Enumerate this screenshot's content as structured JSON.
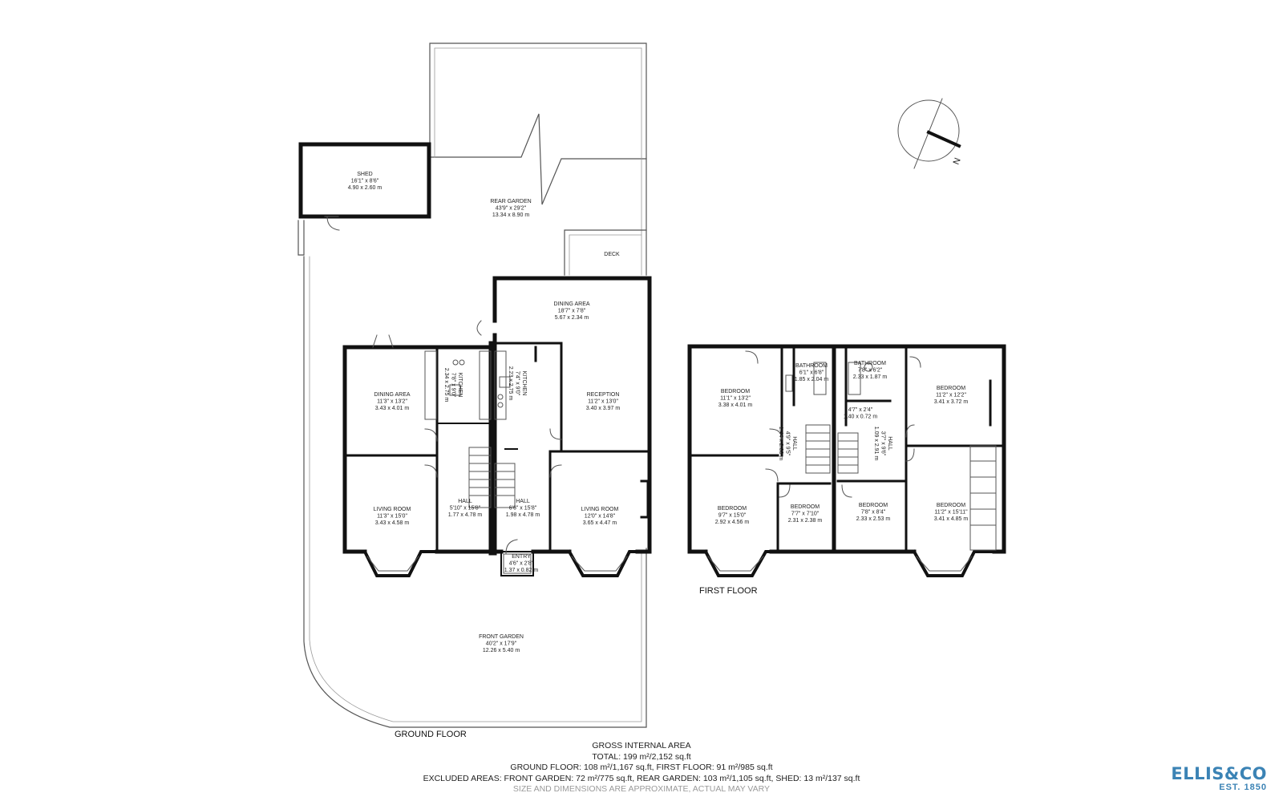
{
  "floors": {
    "ground": "GROUND FLOOR",
    "first": "FIRST FLOOR"
  },
  "compass": {
    "letter": "N"
  },
  "rooms": {
    "shed": [
      "SHED",
      "16'1\" x 8'6\"",
      "4.90 x 2.60 m"
    ],
    "rear_garden": [
      "REAR GARDEN",
      "43'9\" x 29'2\"",
      "13.34 x 8.90 m"
    ],
    "deck": [
      "DECK"
    ],
    "dining_area_right": [
      "DINING AREA",
      "18'7\" x 7'8\"",
      "5.67 x 2.34 m"
    ],
    "dining_area_left": [
      "DINING AREA",
      "11'3\" x 13'2\"",
      "3.43 x 4.01 m"
    ],
    "kitchen_left": [
      "KITCHEN",
      "7'8\" x 9'0\"",
      "2.34 x 2.75 m"
    ],
    "kitchen_right": [
      "KITCHEN",
      "7'4\" x 9'0\"",
      "2.23 x 2.75 m"
    ],
    "reception": [
      "RECEPTION",
      "11'2\" x 13'0\"",
      "3.40 x 3.97 m"
    ],
    "living_left": [
      "LIVING ROOM",
      "11'3\" x 15'0\"",
      "3.43 x 4.58 m"
    ],
    "hall_left": [
      "HALL",
      "5'10\" x 15'8\"",
      "1.77 x 4.78 m"
    ],
    "hall_right": [
      "HALL",
      "6'6\" x 15'8\"",
      "1.98 x 4.78 m"
    ],
    "living_right": [
      "LIVING ROOM",
      "12'0\" x 14'8\"",
      "3.65 x 4.47 m"
    ],
    "entry": [
      "ENTRY",
      "4'6\" x 2'8\"",
      "1.37 x 0.82 m"
    ],
    "front_garden": [
      "FRONT GARDEN",
      "40'2\" x 17'9\"",
      "12.26 x 5.40 m"
    ],
    "ff_bed_1": [
      "BEDROOM",
      "11'1\" x 13'2\"",
      "3.38 x 4.01 m"
    ],
    "ff_bath_1": [
      "BATHROOM",
      "6'1\" x 6'8\"",
      "1.85 x 2.04 m"
    ],
    "ff_bath_2": [
      "BATHROOM",
      "7'8\" x 6'2\"",
      "2.33 x 1.87 m"
    ],
    "ff_bed_2": [
      "BEDROOM",
      "11'2\" x 12'2\"",
      "3.41 x 3.72 m"
    ],
    "ff_store": [
      "4'7\" x 2'4\"",
      "1.40 x 0.72 m"
    ],
    "ff_hall_1": [
      "HALL",
      "4'9\" x 9'5\"",
      "1.44 x 2.88 m"
    ],
    "ff_hall_2": [
      "HALL",
      "3'7\" x 9'6\"",
      "1.09 x 2.91 m"
    ],
    "ff_bed_3": [
      "BEDROOM",
      "9'7\" x 15'0\"",
      "2.92 x 4.56 m"
    ],
    "ff_bed_4": [
      "BEDROOM",
      "7'7\" x 7'10\"",
      "2.31 x 2.38 m"
    ],
    "ff_bed_5": [
      "BEDROOM",
      "7'8\" x 8'4\"",
      "2.33 x 2.53 m"
    ],
    "ff_bed_6": [
      "BEDROOM",
      "11'2\" x 15'11\"",
      "3.41 x 4.85 m"
    ]
  },
  "gia": {
    "heading": "GROSS INTERNAL AREA",
    "total": "TOTAL: 199 m²/2,152 sq.ft",
    "floors": "GROUND FLOOR: 108 m²/1,167 sq.ft, FIRST FLOOR: 91 m²/985 sq.ft",
    "excluded": "EXCLUDED AREAS: FRONT GARDEN: 72 m²/775 sq.ft, REAR GARDEN: 103 m²/1,105 sq.ft, SHED: 13 m²/137 sq.ft",
    "note": "SIZE AND DIMENSIONS ARE APPROXIMATE, ACTUAL MAY VARY"
  },
  "logo": {
    "brand": "ELLIS&CO",
    "est": "EST. 1850"
  },
  "colors": {
    "wall": "#111111",
    "thin": "#555555",
    "brand": "#3b83b5"
  }
}
